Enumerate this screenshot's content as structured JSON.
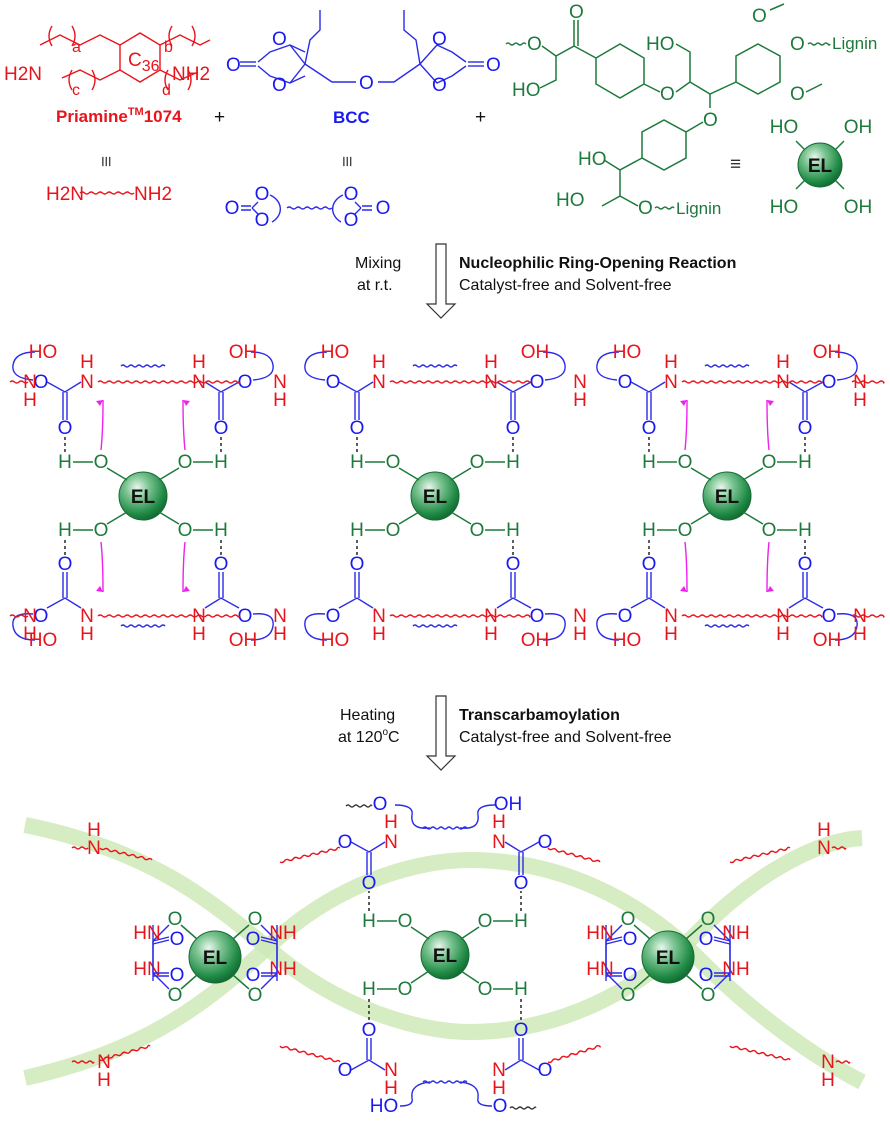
{
  "colors": {
    "amine": "#e8141c",
    "carbonate": "#1a1aef",
    "lignin": "#1e7a3c",
    "sphere": "#2e9a55",
    "band": "#cfe9b8",
    "arrow_electron": "#ee22ee",
    "text": "#111111"
  },
  "reactants": {
    "priamine": {
      "name": "Priamine",
      "trademark": "TM",
      "code": "1074",
      "core_label": "C",
      "core_subscript": "36",
      "amine_left": "H2N",
      "amine_right": "NH2",
      "subscripts": [
        "a",
        "b",
        "c",
        "d"
      ],
      "equivalent_symbol": "≡",
      "simplified_left": "H2N",
      "simplified_right": "NH2"
    },
    "bcc": {
      "name": "BCC",
      "atom_O": "O",
      "equivalent_symbol": "≡"
    },
    "lignin": {
      "label": "Lignin",
      "ho": "HO",
      "oh": "OH",
      "o": "O",
      "sphere_label": "EL",
      "equivalent_symbol": "≡"
    },
    "plus": "+"
  },
  "steps": [
    {
      "condition_line1": "Mixing",
      "condition_line2": "at r.t.",
      "title": "Nucleophilic Ring-Opening Reaction",
      "subtitle": "Catalyst-free and Solvent-free"
    },
    {
      "condition_line1": "Heating",
      "condition_line2": "at 120",
      "condition_sup": "o",
      "condition_unit": "C",
      "title": "Transcarbamoylation",
      "subtitle": "Catalyst-free and Solvent-free"
    }
  ],
  "atoms": {
    "H": "H",
    "N": "N",
    "O": "O",
    "NH": "NH",
    "HN": "HN",
    "HO": "HO",
    "OH": "OH",
    "EL": "EL"
  }
}
